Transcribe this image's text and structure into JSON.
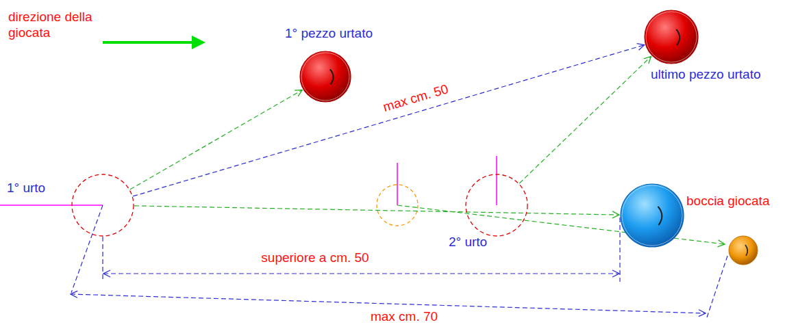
{
  "diagram": {
    "nodes": [
      {
        "text": [
          "1° pezzo urtato"
        ]
      },
      {
        "text": [
          "ultimo pezzo urtato"
        ]
      },
      {
        "text": [
          "1° urto"
        ]
      },
      {
        "text": [
          "2° urto"
        ]
      },
      {
        "text": [
          "boccia giocata"
        ]
      }
    ],
    "edges": [
      {
        "from": 2,
        "to": 0,
        "arrow": "to"
      },
      {
        "from": 2,
        "to": 1,
        "label": "max cm. 50",
        "arrow": "to"
      },
      {
        "from": 2,
        "to": 4,
        "arrow": "to"
      },
      {
        "from": 3,
        "to": 1,
        "arrow": "to"
      }
    ],
    "labels": [
      "direzione della giocata",
      "superiore a cm. 50",
      "max cm. 70"
    ]
  }
}
